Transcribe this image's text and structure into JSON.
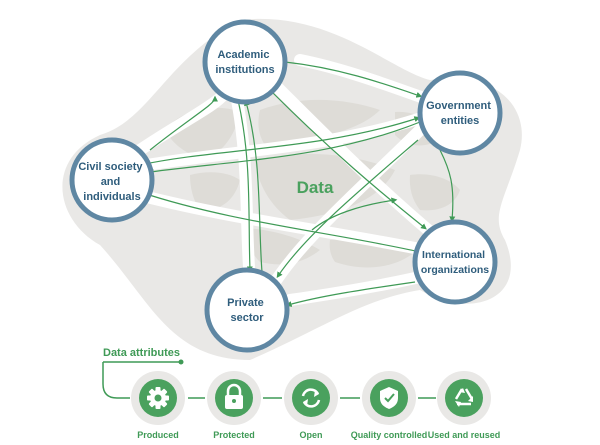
{
  "diagram": {
    "center_label": "Data",
    "nodes": [
      {
        "id": "academic",
        "lines": [
          "Academic",
          "institutions"
        ]
      },
      {
        "id": "government",
        "lines": [
          "Government",
          "entities"
        ]
      },
      {
        "id": "civil",
        "lines": [
          "Civil society",
          "and",
          "individuals"
        ]
      },
      {
        "id": "international",
        "lines": [
          "International",
          "organizations"
        ]
      },
      {
        "id": "private",
        "lines": [
          "Private",
          "sector"
        ]
      }
    ]
  },
  "attributes": {
    "title": "Data attributes",
    "items": [
      {
        "id": "produced",
        "label": "Produced",
        "icon": "gear-icon"
      },
      {
        "id": "protected",
        "label": "Protected",
        "icon": "padlock-icon"
      },
      {
        "id": "open",
        "label": "Open",
        "icon": "cycle-arrows-icon"
      },
      {
        "id": "quality",
        "label": "Quality controlled",
        "icon": "shield-check-icon"
      },
      {
        "id": "reused",
        "label": "Used and reused",
        "icon": "recycle-icon"
      }
    ]
  },
  "colors": {
    "node_ring": "#5f87a3",
    "node_text": "#2f5d7c",
    "flow": "#3f9a56",
    "blob": "#e9e8e6",
    "cell": "#dedcd7",
    "icon_bg": "#4aa15e"
  }
}
